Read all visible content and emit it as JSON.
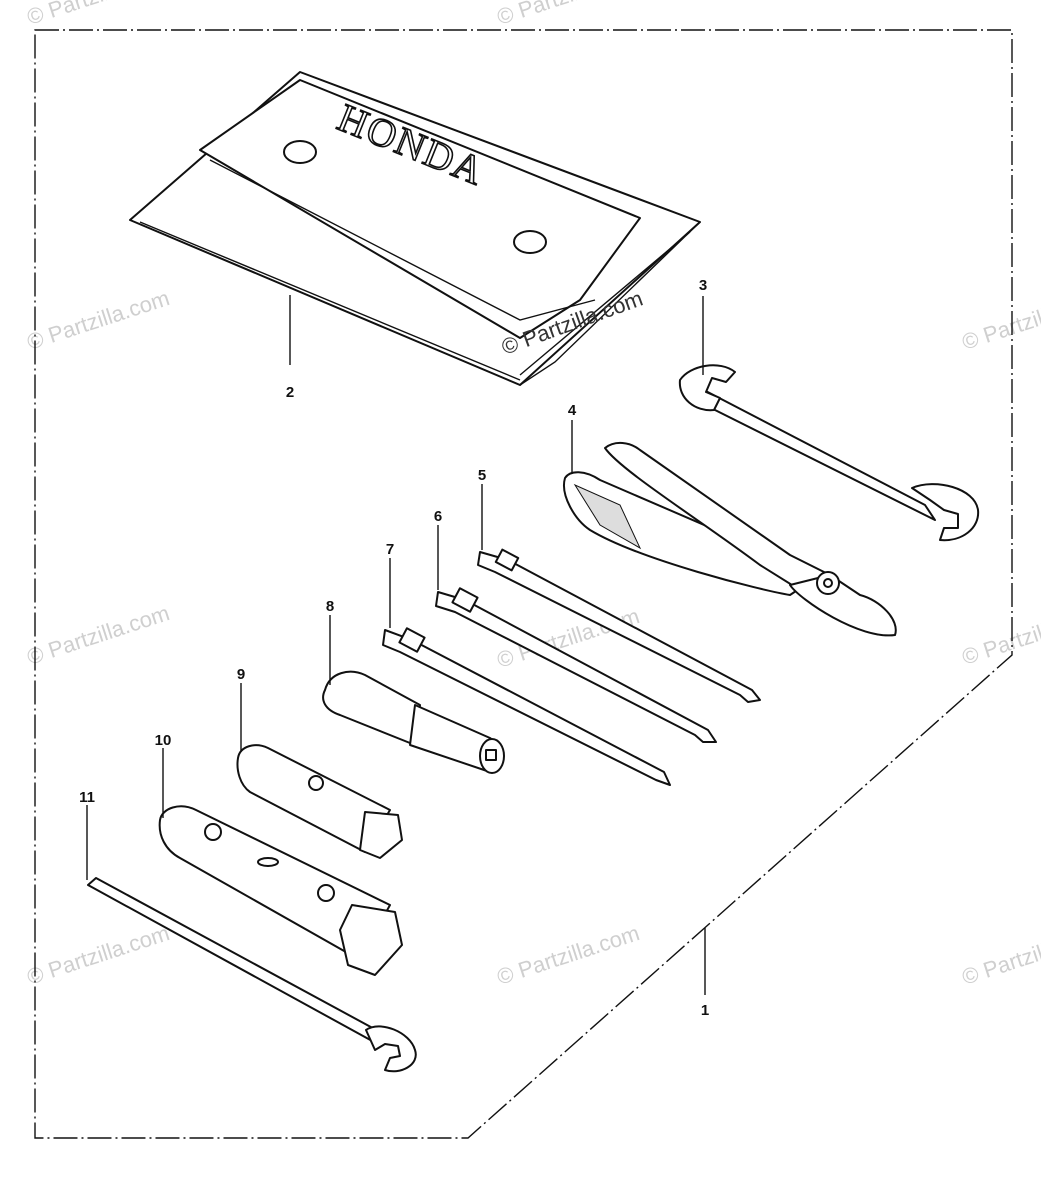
{
  "brand_text": "HONDA",
  "watermark_text": "© Partzilla.com",
  "callouts": [
    {
      "id": "1",
      "label": "1"
    },
    {
      "id": "2",
      "label": "2"
    },
    {
      "id": "3",
      "label": "3"
    },
    {
      "id": "4",
      "label": "4"
    },
    {
      "id": "5",
      "label": "5"
    },
    {
      "id": "6",
      "label": "6"
    },
    {
      "id": "7",
      "label": "7"
    },
    {
      "id": "8",
      "label": "8"
    },
    {
      "id": "9",
      "label": "9"
    },
    {
      "id": "10",
      "label": "10"
    },
    {
      "id": "11",
      "label": "11"
    }
  ]
}
